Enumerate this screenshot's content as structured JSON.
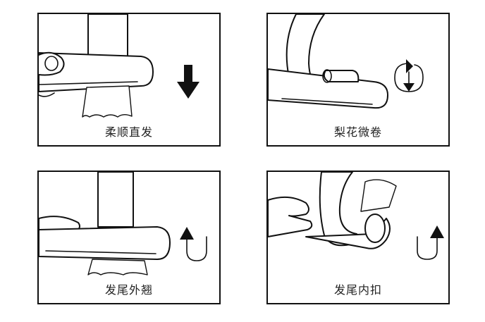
{
  "panels": [
    {
      "caption": "柔顺直发",
      "arrow_icon": "arrow-down-icon"
    },
    {
      "caption": "梨花微卷",
      "arrow_icon": "curl-loop-icon"
    },
    {
      "caption": "发尾外翘",
      "arrow_icon": "u-turn-up-left-icon"
    },
    {
      "caption": "发尾内扣",
      "arrow_icon": "u-turn-up-right-icon"
    }
  ],
  "colors": {
    "line": "#111111",
    "background": "#ffffff"
  }
}
